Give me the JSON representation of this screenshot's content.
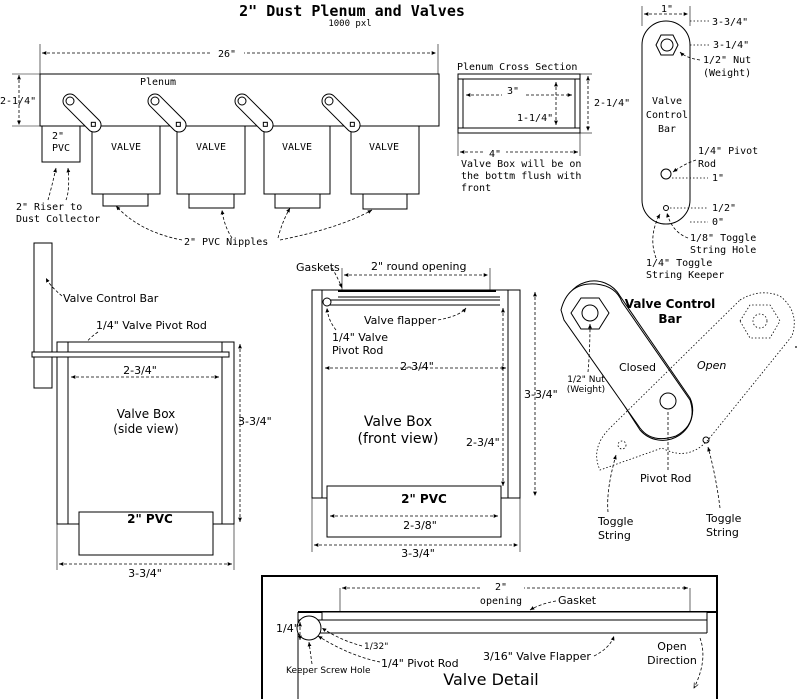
{
  "header": {
    "title": "2\" Dust Plenum and Valves",
    "scale": "1000 pxl"
  },
  "plenum": {
    "width_dim": "26\"",
    "height_dim": "2-1/4\"",
    "label": "Plenum",
    "valve_label": "VALVE",
    "pvc_box_label": "2\"\nPVC",
    "riser_label": "2\" Riser to\nDust Collector",
    "nipples_label": "2\" PVC Nipples"
  },
  "cross_section": {
    "title": "Plenum Cross Section",
    "inner_width": "3\"",
    "inner_height": "1-1/4\"",
    "outer_height": "2-1/4\"",
    "outer_width": "4\"",
    "note": "Valve Box will be on\nthe bottm flush with\nfront"
  },
  "control_bar_small": {
    "width_dim": "1\"",
    "top_dim": "3-3/4\"",
    "nut_dim": "3-1/4\"",
    "nut_label": "1/2\" Nut\n(Weight)",
    "title": "Valve\nControl\nBar",
    "pivot_label": "1/4\" Pivot\nRod",
    "pivot_dim": "1\"",
    "half_dim": "1/2\"",
    "zero_dim": "0\"",
    "toggle_hole": "1/8\" Toggle\nString Hole",
    "keeper": "1/4\" Toggle\nString Keeper"
  },
  "side_view": {
    "bar_label": "Valve Control Bar",
    "rod_label": "1/4\" Valve Pivot Rod",
    "inner_width": "2-3/4\"",
    "title": "Valve Box\n(side view)",
    "height_dim": "3-3/4\"",
    "pvc": "2\" PVC",
    "width_dim": "3-3/4\""
  },
  "front_view": {
    "gaskets": "Gaskets",
    "opening": "2\" round opening",
    "flapper": "Valve flapper",
    "pivot": "1/4\" Valve\nPivot Rod",
    "inner_width": "2-3/4\"",
    "title": "Valve Box\n(front view)",
    "outer_height": "3-3/4\"",
    "inner_height": "2-3/4\"",
    "pvc": "2\" PVC",
    "pvc_width": "2-3/8\"",
    "width_dim": "3-3/4\""
  },
  "control_bar_large": {
    "title": "Valve Control\nBar",
    "nut": "1/2\" Nut\n(Weight)",
    "closed": "Closed",
    "open": "Open",
    "pivot": "Pivot Rod",
    "toggle_left": "Toggle\nString",
    "toggle_right": "Toggle\nString"
  },
  "detail": {
    "opening": "2\"\nopening",
    "gasket": "Gasket",
    "quarter": "1/4\"",
    "thirty_second": "1/32\"",
    "keeper": "Keeper Screw Hole",
    "pivot": "1/4\" Pivot Rod",
    "flapper": "3/16\" Valve Flapper",
    "direction": "Open\nDirection",
    "title": "Valve Detail"
  }
}
